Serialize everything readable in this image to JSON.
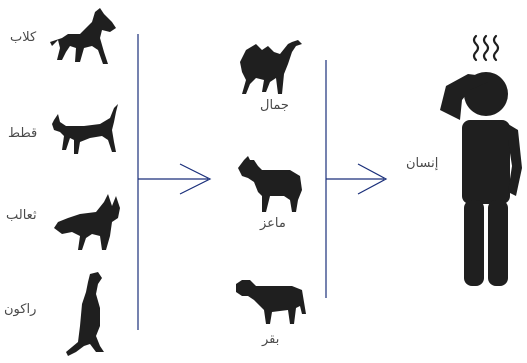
{
  "diagram": {
    "sources": [
      {
        "label": "كلاب",
        "icon": "dog-icon"
      },
      {
        "label": "قطط",
        "icon": "cat-icon"
      },
      {
        "label": "ثعالب",
        "icon": "fox-icon"
      },
      {
        "label": "راكون",
        "icon": "meerkat-icon"
      }
    ],
    "intermediates": [
      {
        "label": "جمال",
        "icon": "camel-icon"
      },
      {
        "label": "ماعز",
        "icon": "goat-icon"
      },
      {
        "label": "بقر",
        "icon": "cow-icon"
      }
    ],
    "target": {
      "label": "إنسان",
      "icon": "sick-person-icon"
    },
    "colors": {
      "line": "#1a2f7a",
      "silhouette": "#1f1f1f",
      "text": "#4a4a4a"
    }
  }
}
